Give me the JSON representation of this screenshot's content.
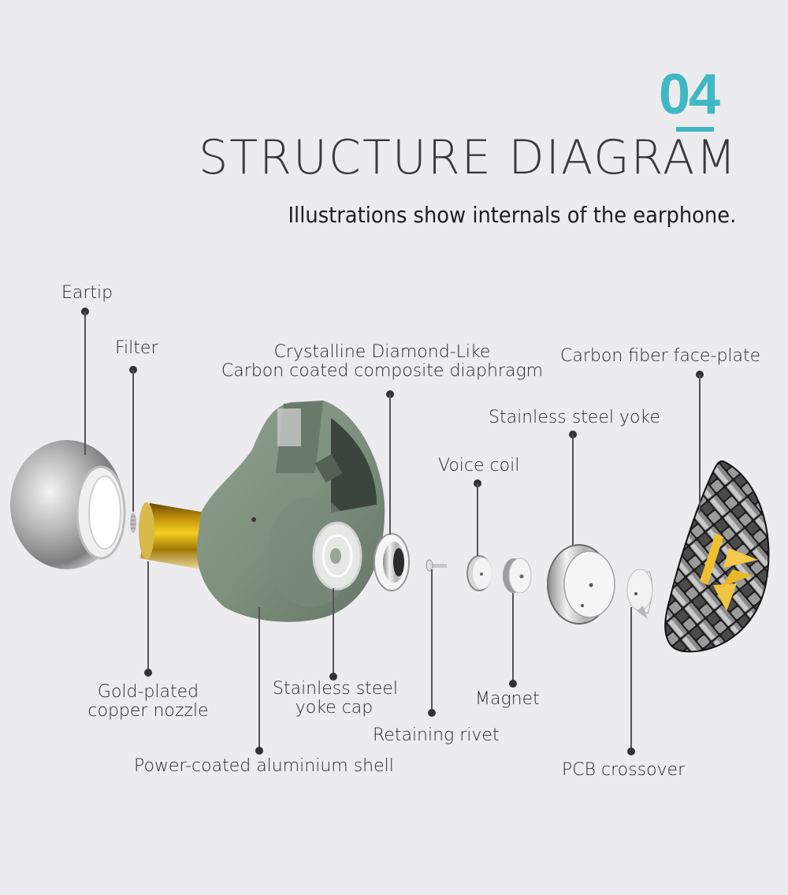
{
  "header": {
    "section_number": "04",
    "title": "STRUCTURE DIAGRAM",
    "subtitle": "Illustrations show internals of the earphone.",
    "accent_color": "#3fb8c4",
    "background_color": "#ecebee"
  },
  "labels": {
    "eartip": "Eartip",
    "filter": "Filter",
    "diaphragm_line1": "Crystalline Diamond-Like",
    "diaphragm_line2": "Carbon coated composite diaphragm",
    "faceplate": "Carbon fiber face-plate",
    "yoke": "Stainless steel yoke",
    "voice_coil": "Voice coil",
    "nozzle_line1": "Gold-plated",
    "nozzle_line2": "copper nozzle",
    "yoke_cap_line1": "Stainless steel",
    "yoke_cap_line2": "yoke cap",
    "magnet": "Magnet",
    "rivet": "Retaining rivet",
    "shell": "Power-coated aluminium shell",
    "pcb": "PCB crossover"
  },
  "components_order": [
    "Eartip",
    "Filter",
    "Gold-plated copper nozzle",
    "Power-coated aluminium shell",
    "Stainless steel yoke cap",
    "Crystalline Diamond-Like Carbon coated composite diaphragm",
    "Retaining rivet",
    "Voice coil",
    "Magnet",
    "Stainless steel yoke",
    "PCB crossover",
    "Carbon fiber face-plate"
  ]
}
